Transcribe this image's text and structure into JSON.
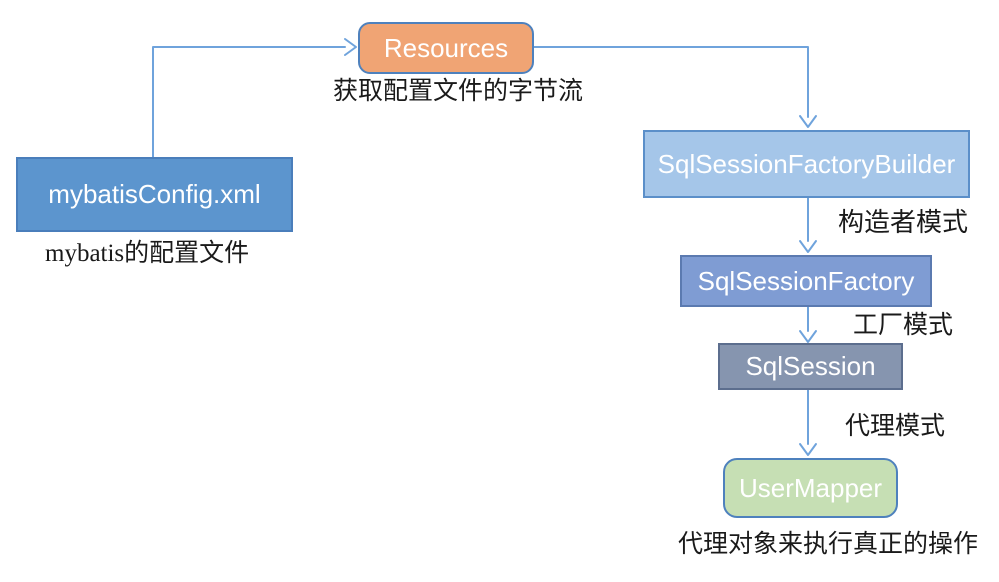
{
  "diagram": {
    "background": "#FFFFFF",
    "arrow_color": "#6FA3DC",
    "nodes": {
      "config": {
        "label": "mybatisConfig.xml",
        "fill": "#5C95CE",
        "border": "#4A7EBB",
        "text_color": "#FFFFFF",
        "shape": "rect"
      },
      "resources": {
        "label": "Resources",
        "fill": "#F0A474",
        "border": "#4E81BD",
        "text_color": "#FFFFFF",
        "shape": "rounded-rect"
      },
      "builder": {
        "label": "SqlSessionFactoryBuilder",
        "fill": "#A5C6E9",
        "border": "#5B8FC9",
        "text_color": "#FFFFFF",
        "shape": "rect"
      },
      "factory": {
        "label": "SqlSessionFactory",
        "fill": "#7F9CD3",
        "border": "#5B7AB0",
        "text_color": "#FFFFFF",
        "shape": "rect"
      },
      "session": {
        "label": "SqlSession",
        "fill": "#8695AF",
        "border": "#5C6E8E",
        "text_color": "#FFFFFF",
        "shape": "rect"
      },
      "mapper": {
        "label": "UserMapper",
        "fill": "#C6DFB4",
        "border": "#4E81BD",
        "text_color": "#FFFFFF",
        "shape": "rounded-rect"
      }
    },
    "captions": {
      "config": "mybatis的配置文件",
      "resources": "获取配置文件的字节流",
      "builder_pattern": "构造者模式",
      "factory_pattern": "工厂模式",
      "session_pattern": "代理模式",
      "mapper": "代理对象来执行真正的操作"
    },
    "edges": [
      {
        "from": "config",
        "to": "resources",
        "style": "elbow"
      },
      {
        "from": "resources",
        "to": "builder",
        "style": "elbow"
      },
      {
        "from": "builder",
        "to": "factory",
        "style": "straight",
        "label": "构造者模式"
      },
      {
        "from": "factory",
        "to": "session",
        "style": "straight",
        "label": "工厂模式"
      },
      {
        "from": "session",
        "to": "mapper",
        "style": "straight",
        "label": "代理模式"
      }
    ]
  }
}
